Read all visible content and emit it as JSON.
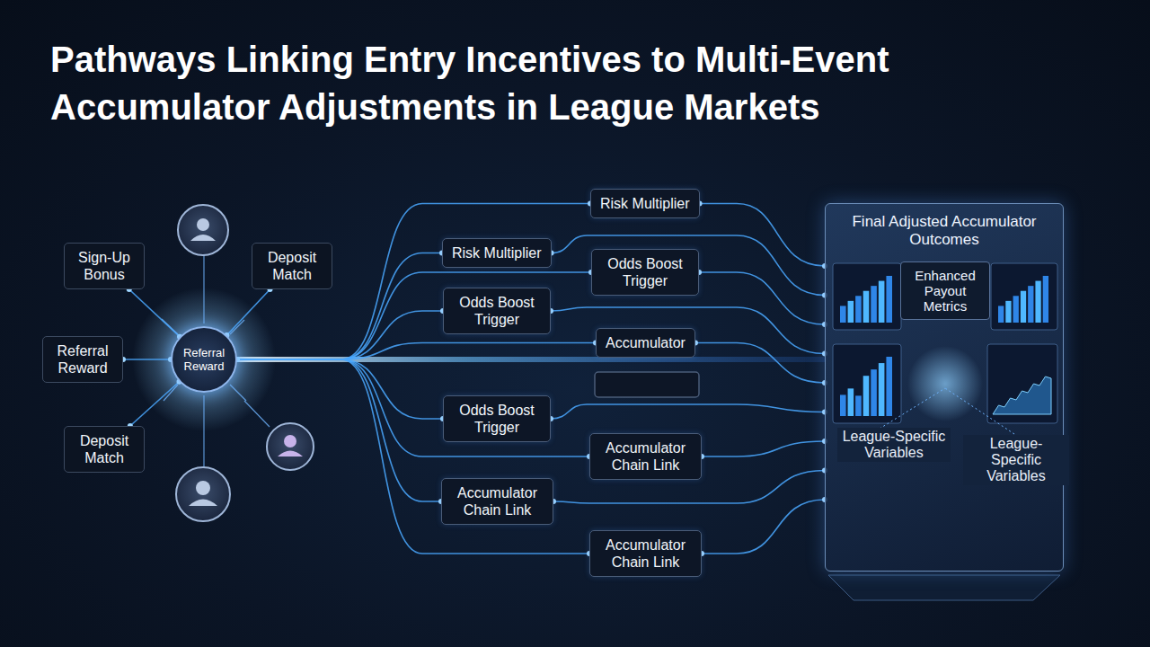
{
  "diagram": {
    "title": "Pathways Linking Entry Incentives to Multi-Event Accumulator Adjustments in League Markets",
    "nodes": [
      {
        "text": [
          "Referral Reward"
        ]
      },
      {
        "text": [
          "Sign-Up Bonus"
        ]
      },
      {
        "text": [
          "Deposit Match"
        ]
      },
      {
        "text": [
          "Referral Reward"
        ]
      },
      {
        "text": [
          "Deposit Match"
        ]
      },
      {
        "text": [
          "Risk Multiplier"
        ]
      },
      {
        "text": [
          "Risk Multiplier"
        ]
      },
      {
        "text": [
          "Odds Boost Trigger"
        ]
      },
      {
        "text": [
          "Odds Boost Trigger"
        ]
      },
      {
        "text": [
          "Accumulator"
        ]
      },
      {
        "text": [
          "Odds Boost Trigger"
        ]
      },
      {
        "text": [
          "Accumulator Chain Link"
        ]
      },
      {
        "text": [
          "Accumulator Chain Link"
        ]
      },
      {
        "text": [
          "Accumulator Chain Link"
        ]
      },
      {
        "text": [
          "Final Adjusted Accumulator Outcomes"
        ]
      },
      {
        "text": [
          "Enhanced Payout Metrics"
        ],
        "in": 14
      }
    ],
    "edges": [
      {
        "from": 0,
        "to": 1,
        "arrow": "none"
      },
      {
        "from": 0,
        "to": 2,
        "arrow": "none"
      },
      {
        "from": 0,
        "to": 3,
        "arrow": "none"
      },
      {
        "from": 0,
        "to": 4,
        "arrow": "none"
      },
      {
        "from": 0,
        "to": 5,
        "arrow": "none"
      },
      {
        "from": 0,
        "to": 6,
        "arrow": "none"
      },
      {
        "from": 0,
        "to": 7,
        "arrow": "none"
      },
      {
        "from": 0,
        "to": 8,
        "arrow": "none"
      },
      {
        "from": 0,
        "to": 9,
        "arrow": "none"
      },
      {
        "from": 0,
        "to": 10,
        "arrow": "none"
      },
      {
        "from": 0,
        "to": 11,
        "arrow": "none"
      },
      {
        "from": 0,
        "to": 12,
        "arrow": "none"
      },
      {
        "from": 0,
        "to": 13,
        "arrow": "none"
      },
      {
        "from": 5,
        "to": 14,
        "arrow": "none"
      },
      {
        "from": 6,
        "to": 14,
        "arrow": "none"
      },
      {
        "from": 7,
        "to": 14,
        "arrow": "none"
      },
      {
        "from": 8,
        "to": 14,
        "arrow": "none"
      },
      {
        "from": 9,
        "to": 14,
        "arrow": "none"
      },
      {
        "from": 10,
        "to": 14,
        "arrow": "none"
      },
      {
        "from": 11,
        "to": 14,
        "arrow": "none"
      },
      {
        "from": 12,
        "to": 14,
        "arrow": "none"
      },
      {
        "from": 13,
        "to": 14,
        "arrow": "none"
      }
    ],
    "labels": [
      "League-Specific Variables",
      "League-Specific Variables"
    ]
  }
}
